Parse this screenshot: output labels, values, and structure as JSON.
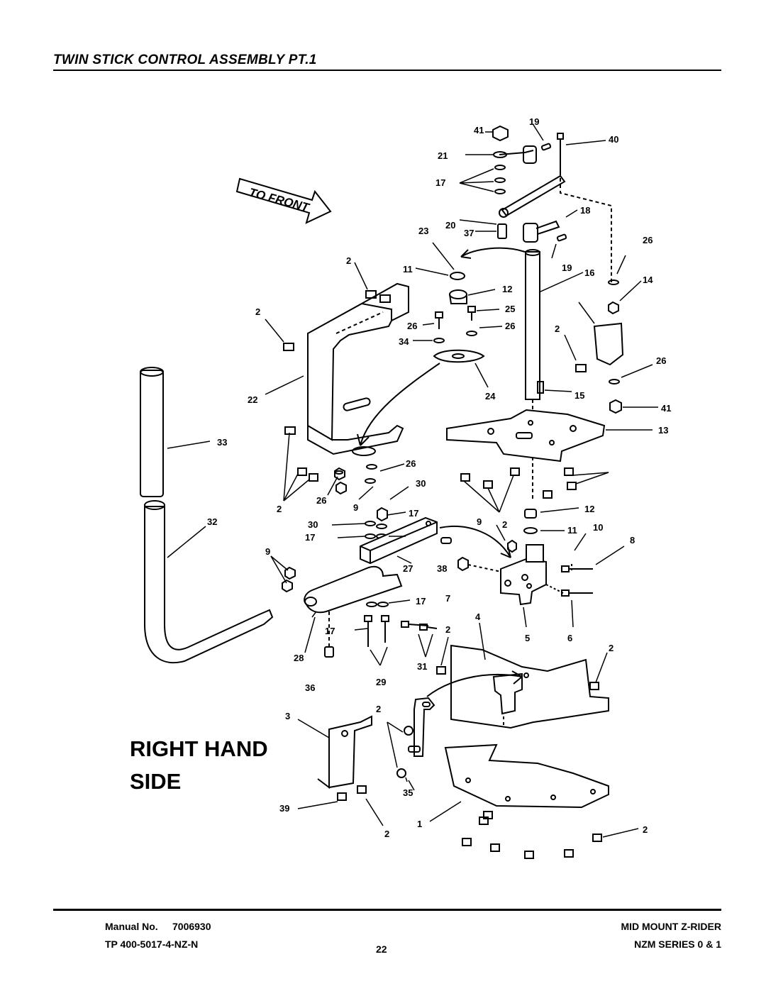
{
  "header": {
    "title": "TWIN STICK CONTROL ASSEMBLY PT.1"
  },
  "diagram": {
    "to_front_label": "TO FRONT",
    "side_label_line1": "RIGHT HAND",
    "side_label_line2": "SIDE",
    "callouts": [
      "41",
      "19",
      "40",
      "21",
      "17",
      "18",
      "20",
      "37",
      "23",
      "26",
      "2",
      "11",
      "12",
      "25",
      "26",
      "26",
      "34",
      "14",
      "16",
      "19",
      "2",
      "22",
      "24",
      "15",
      "26",
      "41",
      "13",
      "33",
      "26",
      "2",
      "30",
      "26",
      "9",
      "2",
      "32",
      "30",
      "17",
      "17",
      "9",
      "12",
      "2",
      "11",
      "10",
      "8",
      "9",
      "27",
      "38",
      "7",
      "17",
      "28",
      "17",
      "2",
      "4",
      "5",
      "6",
      "2",
      "31",
      "29",
      "36",
      "3",
      "2",
      "35",
      "1",
      "39",
      "2",
      "2"
    ]
  },
  "footer": {
    "manual_label": "Manual No.",
    "manual_number": "7006930",
    "tp_number": "TP 400-5017-4-NZ-N",
    "page_number": "22",
    "product_line": "MID MOUNT Z-RIDER",
    "series": "NZM SERIES 0 & 1"
  }
}
